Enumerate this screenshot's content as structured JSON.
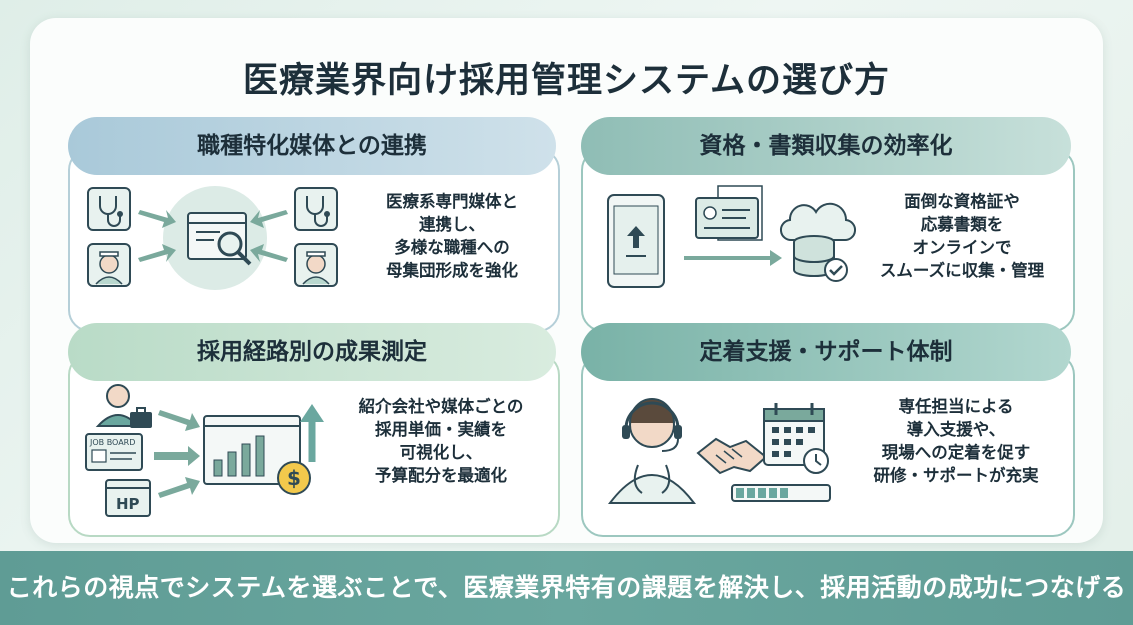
{
  "title": "医療業界向け採用管理システムの選び方",
  "cards": [
    {
      "heading": "職種特化媒体との連携",
      "lines": [
        "医療系専門媒体と",
        "連携し、",
        "多様な職種への",
        "母集団形成を強化"
      ]
    },
    {
      "heading": "資格・書類収集の効率化",
      "lines": [
        "面倒な資格証や",
        "応募書類を",
        "オンラインで",
        "スムーズに収集・管理"
      ]
    },
    {
      "heading": "採用経路別の成果測定",
      "lines": [
        "紹介会社や媒体ごとの",
        "採用単価・実績を",
        "可視化し、",
        "予算配分を最適化"
      ],
      "labels": {
        "job_board": "JOB BOARD",
        "hp": "HP"
      }
    },
    {
      "heading": "定着支援・サポート体制",
      "lines": [
        "専任担当による",
        "導入支援や、",
        "現場への定着を促す",
        "研修・サポートが充実"
      ]
    }
  ],
  "footer": "これらの視点でシステムを選ぶことで、医療業界特有の課題を解決し、採用活動の成功につなげる",
  "colors": {
    "footer_bg": "#6aa79f",
    "accent_teal": "#5f9c95",
    "line_icon": "#2f4a55"
  }
}
